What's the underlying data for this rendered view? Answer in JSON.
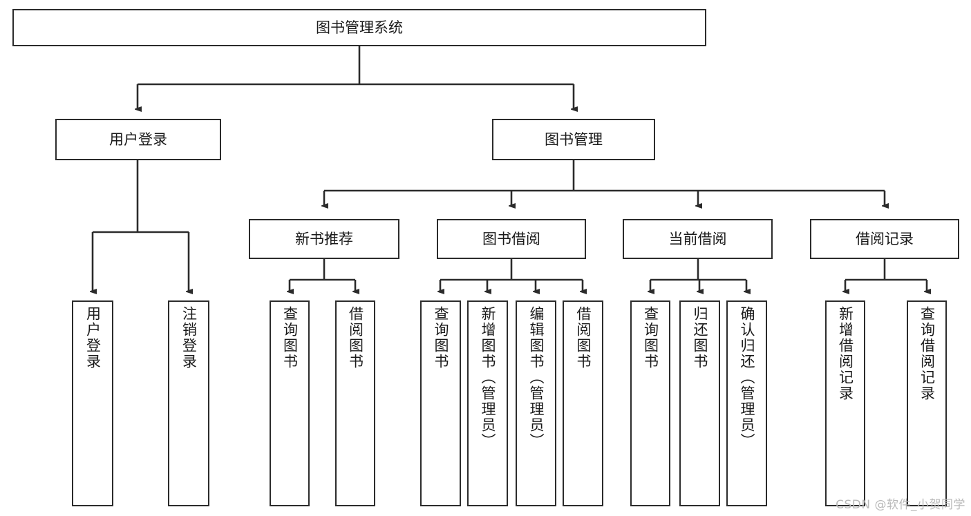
{
  "diagram": {
    "title": "图书管理系统",
    "type": "tree-hierarchy-chart",
    "root": {
      "label": "图书管理系统"
    },
    "level2": [
      {
        "label": "用户登录"
      },
      {
        "label": "图书管理"
      }
    ],
    "level3": [
      {
        "label": "新书推荐"
      },
      {
        "label": "图书借阅"
      },
      {
        "label": "当前借阅"
      },
      {
        "label": "借阅记录"
      }
    ],
    "leaves": [
      {
        "label": "用户登录"
      },
      {
        "label": "注销登录"
      },
      {
        "label": "查询图书"
      },
      {
        "label": "借阅图书"
      },
      {
        "label": "查询图书"
      },
      {
        "label": "新增图书（管理员）"
      },
      {
        "label": "编辑图书（管理员）"
      },
      {
        "label": "借阅图书"
      },
      {
        "label": "查询图书"
      },
      {
        "label": "归还图书"
      },
      {
        "label": "确认归还（管理员）"
      },
      {
        "label": "新增借阅记录"
      },
      {
        "label": "查询借阅记录"
      }
    ]
  },
  "watermark": {
    "text": "CSDN @软件_小贺同学"
  },
  "colors": {
    "stroke": "#2b2b2b",
    "background": "#ffffff",
    "text": "#1a1a1a",
    "watermark": "#b9b9b9"
  }
}
